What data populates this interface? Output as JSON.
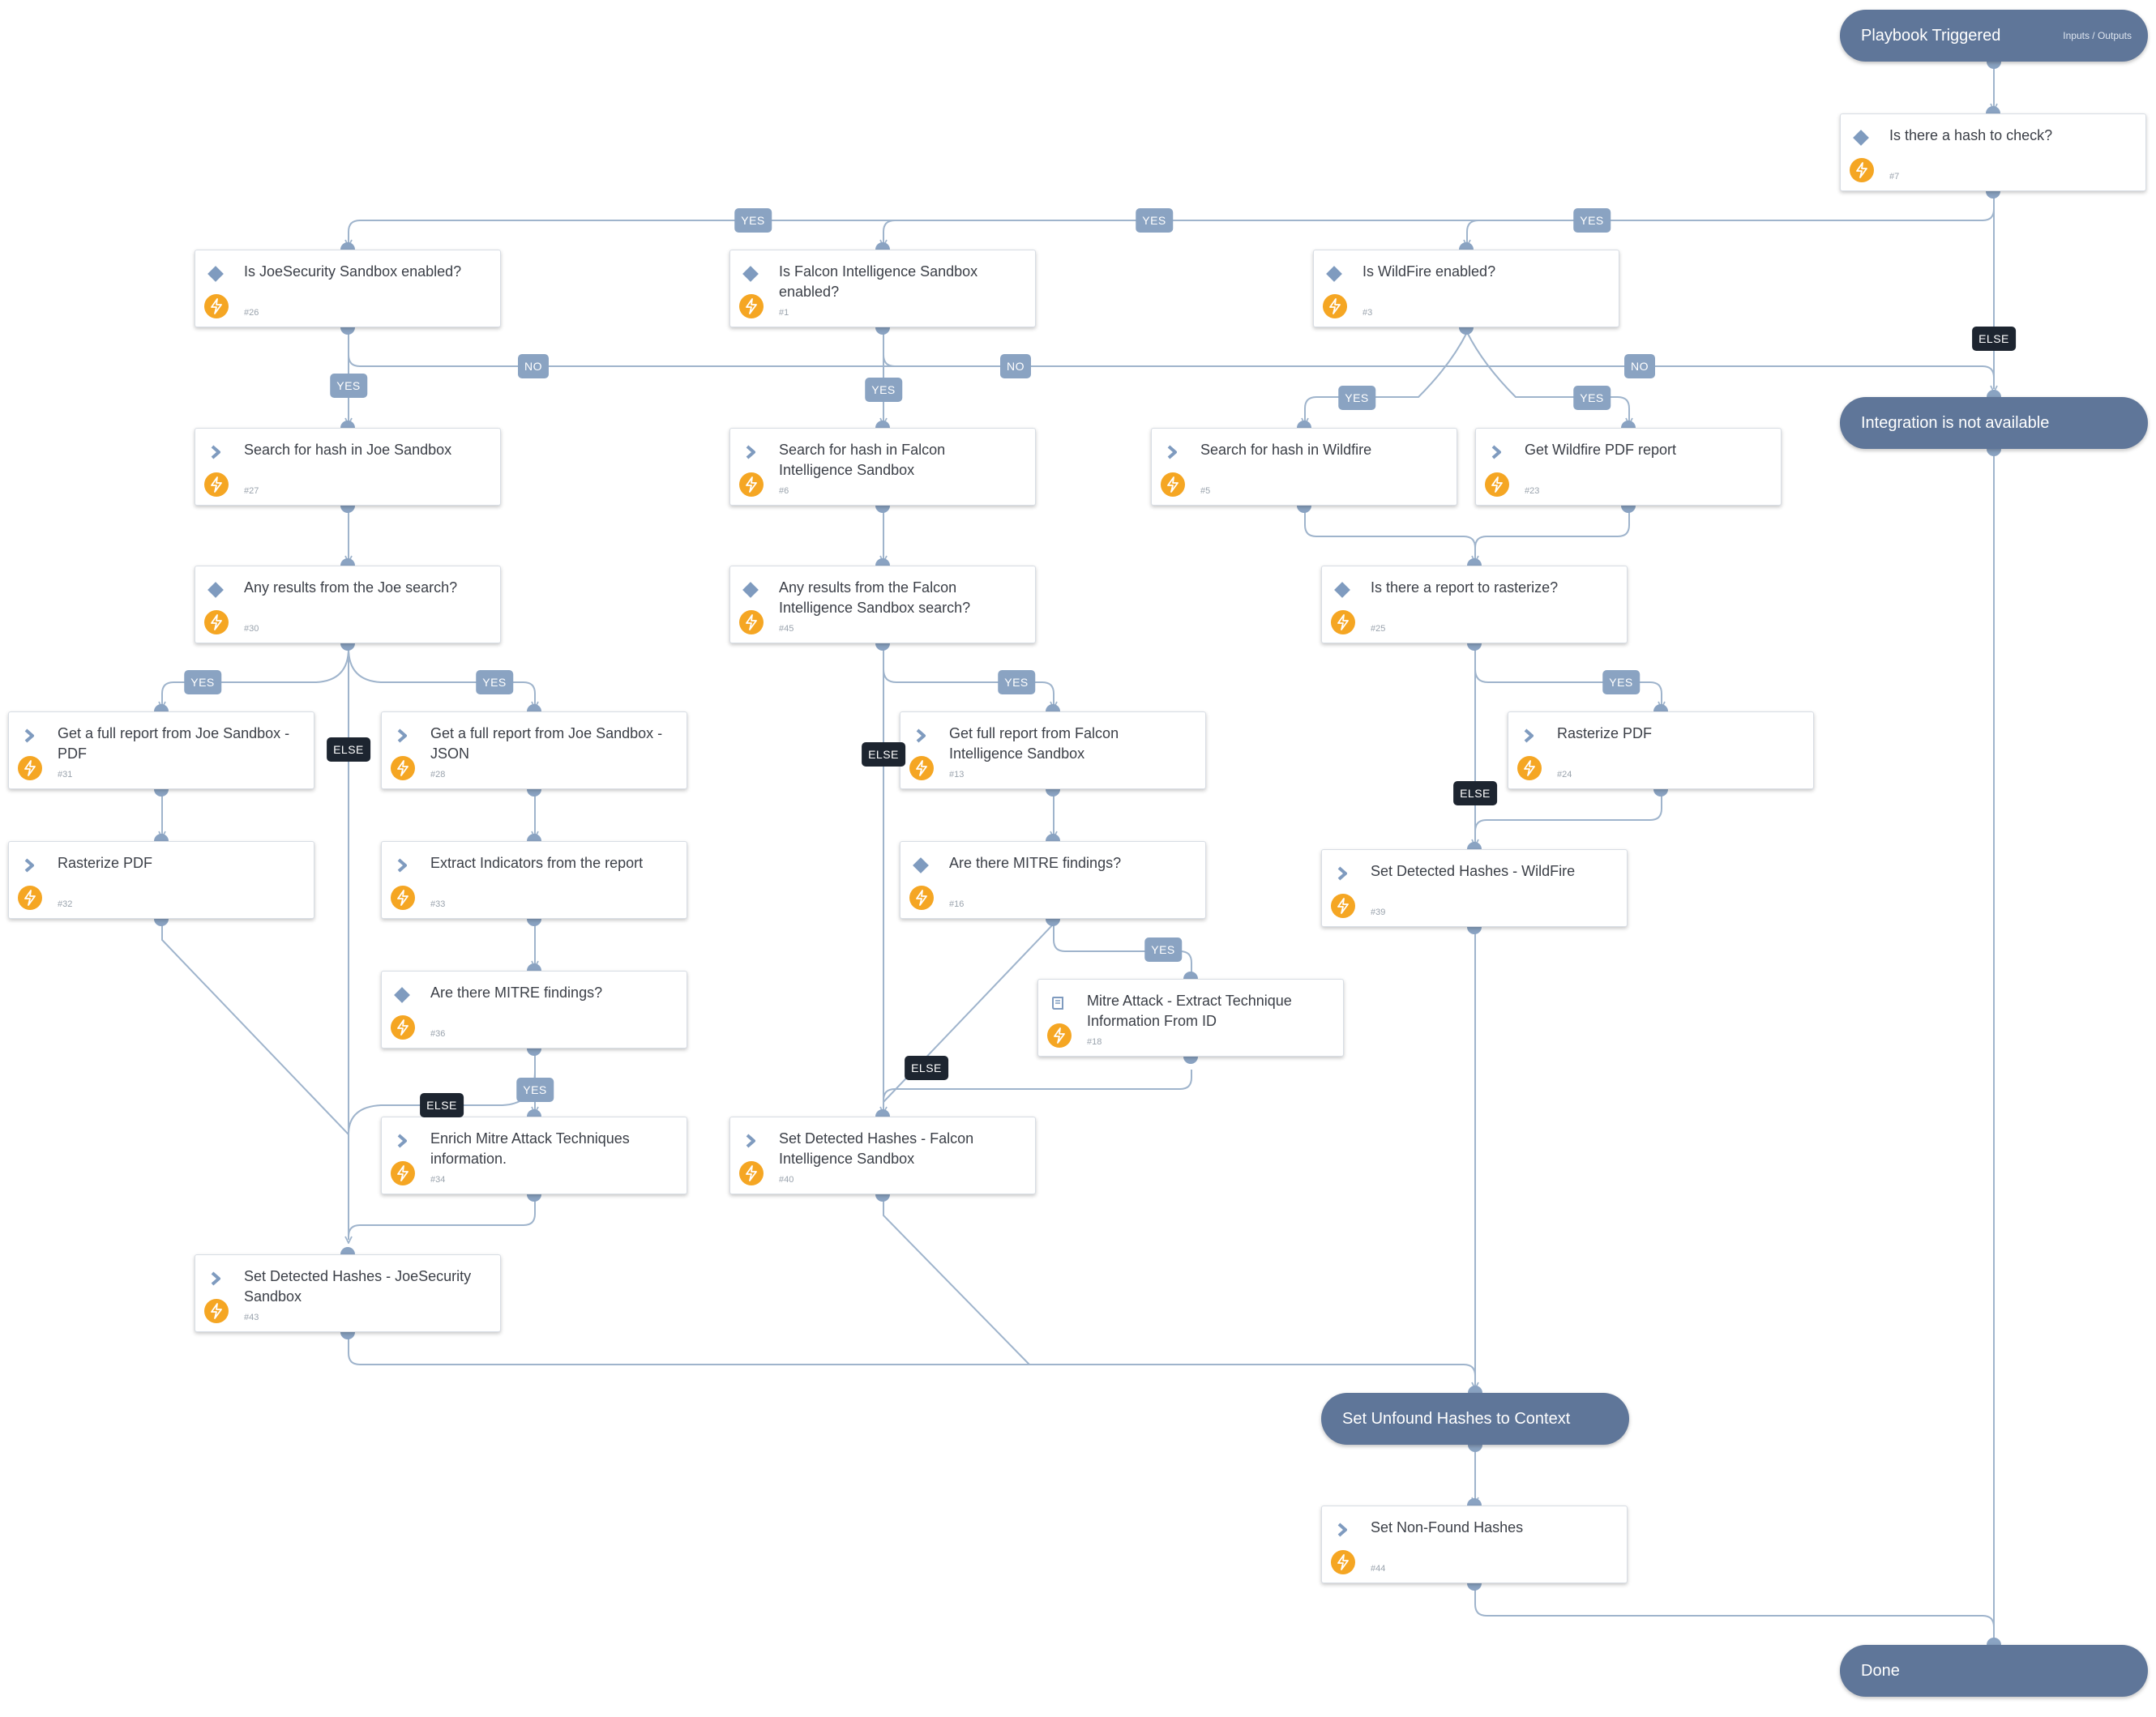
{
  "colors": {
    "edge": "#9fb4cc",
    "port": "#8aa3c2",
    "terminal": "#5f7699",
    "label_bg": "#8aa3c2",
    "else_bg": "#1d2530",
    "bolt": "#f5a623",
    "task_icon": "#7f9bbf"
  },
  "start": {
    "label": "Playbook Triggered",
    "io_label": "Inputs / Outputs"
  },
  "integration_na": {
    "label": "Integration is not available"
  },
  "unfound": {
    "label": "Set Unfound Hashes to Context"
  },
  "done": {
    "label": "Done"
  },
  "tasks": [
    {
      "id": "t7",
      "kind": "condition",
      "icon": "diamond-icon",
      "title": "Is there a hash to check?",
      "num": "#7"
    },
    {
      "id": "t26",
      "kind": "condition",
      "icon": "diamond-icon",
      "title": "Is JoeSecurity Sandbox enabled?",
      "num": "#26"
    },
    {
      "id": "t1",
      "kind": "condition",
      "icon": "diamond-icon",
      "title": "Is Falcon Intelligence Sandbox enabled?",
      "num": "#1"
    },
    {
      "id": "t3",
      "kind": "condition",
      "icon": "diamond-icon",
      "title": "Is WildFire enabled?",
      "num": "#3"
    },
    {
      "id": "t27",
      "kind": "action",
      "icon": "chevron-icon",
      "title": "Search for hash in Joe Sandbox",
      "num": "#27"
    },
    {
      "id": "t6",
      "kind": "action",
      "icon": "chevron-icon",
      "title": "Search for hash in Falcon Intelligence Sandbox",
      "num": "#6"
    },
    {
      "id": "t5",
      "kind": "action",
      "icon": "chevron-icon",
      "title": "Search for hash in Wildfire",
      "num": "#5"
    },
    {
      "id": "t23",
      "kind": "action",
      "icon": "chevron-icon",
      "title": "Get Wildfire PDF report",
      "num": "#23"
    },
    {
      "id": "t30",
      "kind": "condition",
      "icon": "diamond-icon",
      "title": "Any results from the Joe search?",
      "num": "#30"
    },
    {
      "id": "t45",
      "kind": "condition",
      "icon": "diamond-icon",
      "title": "Any results from the Falcon Intelligence Sandbox search?",
      "num": "#45"
    },
    {
      "id": "t25",
      "kind": "condition",
      "icon": "diamond-icon",
      "title": "Is there a report to rasterize?",
      "num": "#25"
    },
    {
      "id": "t31",
      "kind": "action",
      "icon": "chevron-icon",
      "title": "Get a full report from Joe Sandbox - PDF",
      "num": "#31"
    },
    {
      "id": "t28",
      "kind": "action",
      "icon": "chevron-icon",
      "title": "Get a full report from Joe Sandbox - JSON",
      "num": "#28"
    },
    {
      "id": "t13",
      "kind": "action",
      "icon": "chevron-icon",
      "title": "Get full report from Falcon Intelligence Sandbox",
      "num": "#13"
    },
    {
      "id": "t24",
      "kind": "action",
      "icon": "chevron-icon",
      "title": "Rasterize PDF",
      "num": "#24"
    },
    {
      "id": "t32",
      "kind": "action",
      "icon": "chevron-icon",
      "title": "Rasterize PDF",
      "num": "#32"
    },
    {
      "id": "t33",
      "kind": "action",
      "icon": "chevron-icon",
      "title": "Extract Indicators from the report",
      "num": "#33"
    },
    {
      "id": "t16",
      "kind": "condition",
      "icon": "diamond-icon",
      "title": "Are there MITRE findings?",
      "num": "#16"
    },
    {
      "id": "t39",
      "kind": "action",
      "icon": "chevron-icon",
      "title": "Set Detected Hashes - WildFire",
      "num": "#39"
    },
    {
      "id": "t36",
      "kind": "condition",
      "icon": "diamond-icon",
      "title": "Are there MITRE findings?",
      "num": "#36"
    },
    {
      "id": "t18",
      "kind": "playbook",
      "icon": "book-icon",
      "title": "Mitre Attack - Extract Technique Information From ID",
      "num": "#18"
    },
    {
      "id": "t34",
      "kind": "action",
      "icon": "chevron-icon",
      "title": "Enrich Mitre Attack Techniques information.",
      "num": "#34"
    },
    {
      "id": "t40",
      "kind": "action",
      "icon": "chevron-icon",
      "title": "Set Detected Hashes - Falcon Intelligence Sandbox",
      "num": "#40"
    },
    {
      "id": "t43",
      "kind": "action",
      "icon": "chevron-icon",
      "title": "Set Detected Hashes - JoeSecurity Sandbox",
      "num": "#43"
    },
    {
      "id": "t44",
      "kind": "action",
      "icon": "chevron-icon",
      "title": "Set Non-Found Hashes",
      "num": "#44"
    }
  ],
  "branch_labels": {
    "yes": "YES",
    "no": "NO",
    "else": "ELSE"
  }
}
